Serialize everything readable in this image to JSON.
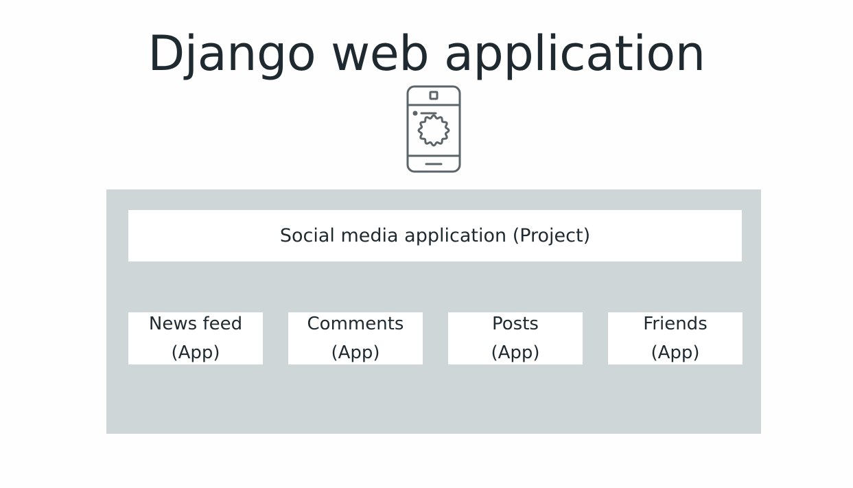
{
  "title": "Django web application",
  "device_icon": "smartphone-gear-icon",
  "project": {
    "label": "Social media application (Project)"
  },
  "apps": [
    {
      "name": "News feed",
      "type": "(App)"
    },
    {
      "name": "Comments",
      "type": "(App)"
    },
    {
      "name": "Posts",
      "type": "(App)"
    },
    {
      "name": "Friends",
      "type": "(App)"
    }
  ],
  "colors": {
    "text": "#1f2a30",
    "container_bg": "#cfd6d8",
    "box_bg": "#ffffff",
    "icon_stroke": "#5a6469"
  }
}
